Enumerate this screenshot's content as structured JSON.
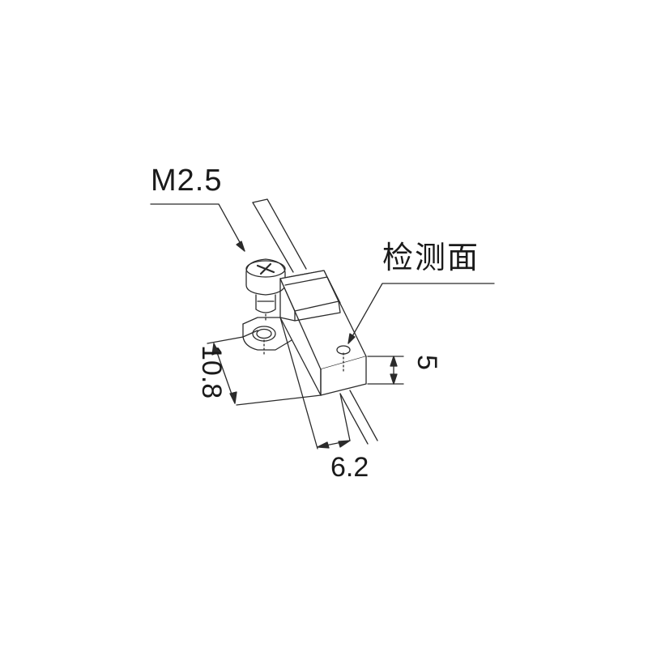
{
  "labels": {
    "screw": "M2.5",
    "detection_face": "检测面",
    "width": "6.2",
    "length": "10.8",
    "height": "5"
  },
  "colors": {
    "line": "#2b2b2b",
    "face_fill": "#ffffff",
    "shade_fill": "#f2f2f2"
  },
  "icons": {
    "screw_head": "phillips-screw-icon",
    "arrow": "arrow-icon"
  }
}
